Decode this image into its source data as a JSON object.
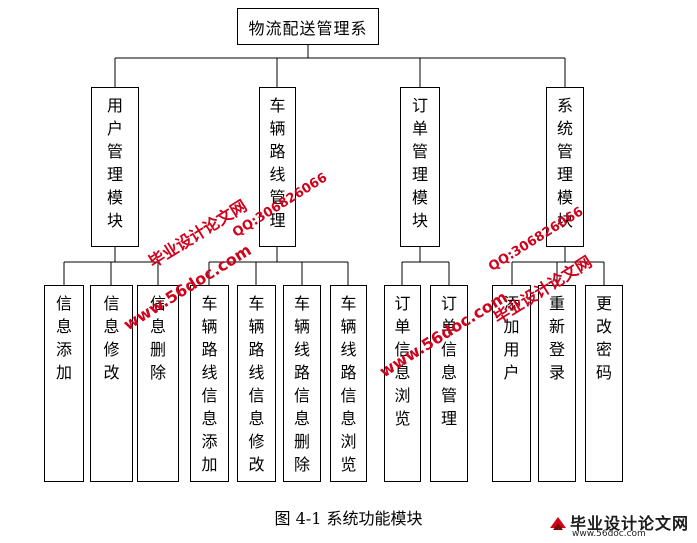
{
  "root": {
    "label": "物流配送管理系"
  },
  "modules": [
    {
      "label": "用户管理模块",
      "children": [
        "信息添加",
        "信息修改",
        "信息删除"
      ]
    },
    {
      "label": "车辆路线管理",
      "children": [
        "车辆路线信息添加",
        "车辆路线信息修改",
        "车辆线路信息删除",
        "车辆线路信息浏览"
      ]
    },
    {
      "label": "订单管理模块",
      "children": [
        "订单信息浏览",
        "订单信息管理"
      ]
    },
    {
      "label": "系统管理模块",
      "children": [
        "添加用户",
        "重新登录",
        "更改密码"
      ]
    }
  ],
  "caption": "图 4-1 系统功能模块",
  "watermarks": {
    "site_cn": "毕业设计论文网",
    "site_url": "www.56doc.com",
    "qq": "QQ:306826066"
  },
  "logo": {
    "title": "毕业设计论文网",
    "url": "www.56doc.com"
  },
  "colors": {
    "line": "#000000",
    "watermark": "#d0021b"
  }
}
